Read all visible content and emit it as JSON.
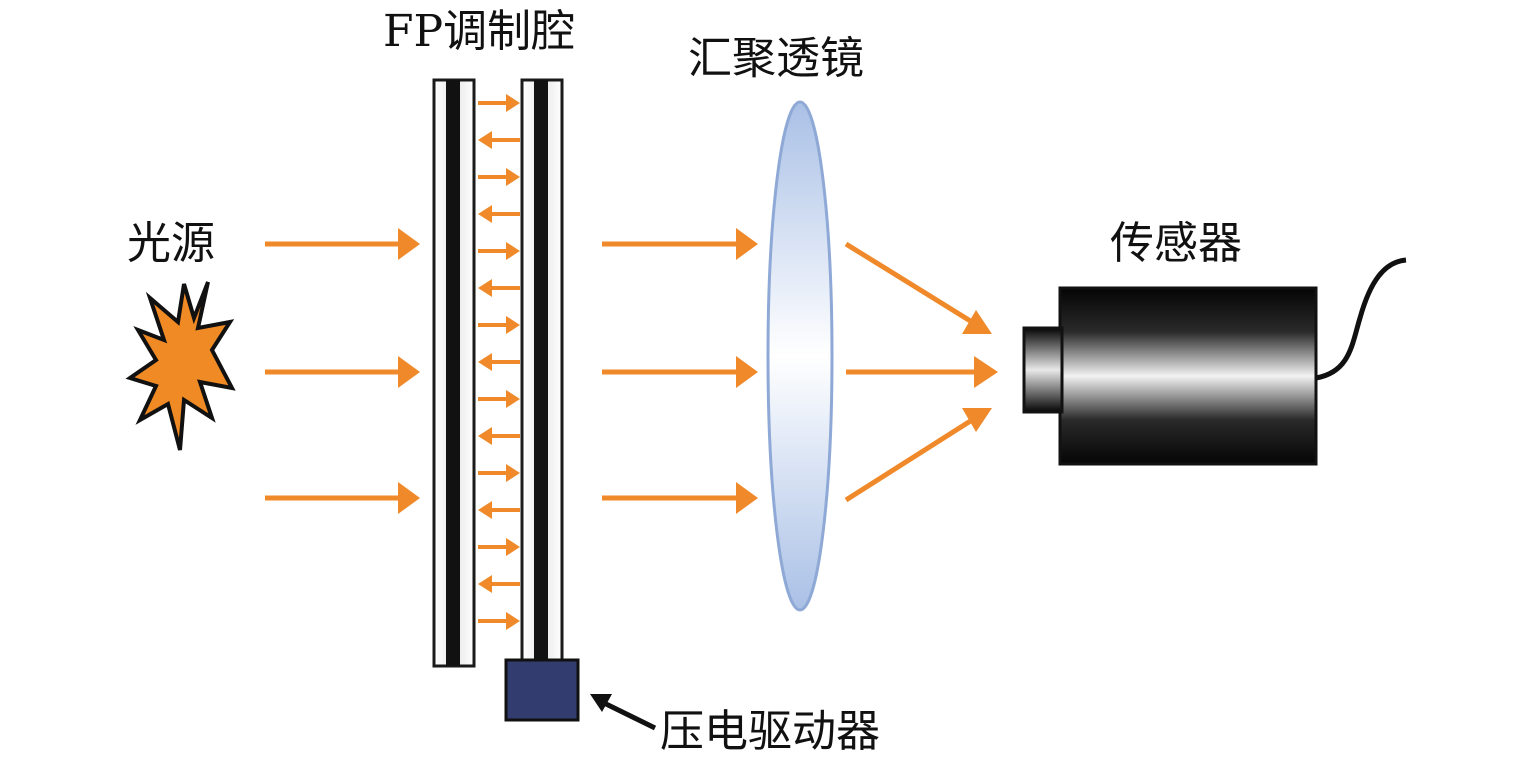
{
  "labels": {
    "light_source": "光源",
    "fp_cavity": "FP调制腔",
    "converging_lens": "汇聚透镜",
    "sensor": "传感器",
    "piezo_driver": "压电驱动器"
  },
  "colors": {
    "beam": "#F0892A",
    "star_fill": "#F08A24",
    "mirror_outline": "#1a1a1a",
    "mirror_stripe": "#111111",
    "piezo_fill": "#333C6E",
    "lens_edge": "#8FA9D6",
    "lens_fill": "#DCE6F5",
    "sensor_body": "#1a1a1a"
  },
  "icons": {
    "light_source": "starburst-icon",
    "sensor": "cylinder-sensor-icon",
    "lens": "biconvex-lens-icon"
  }
}
